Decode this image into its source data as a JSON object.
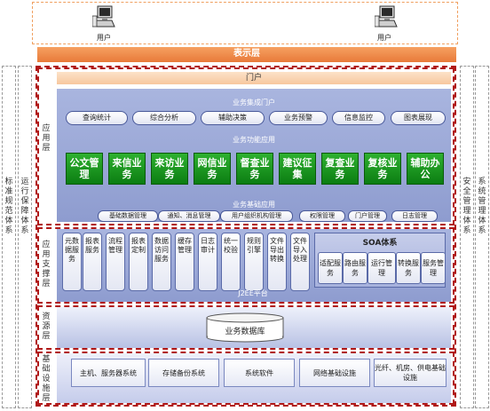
{
  "users": {
    "left": "用户",
    "right": "用户"
  },
  "presentation_layer": "表示层",
  "side_left": {
    "standards": "标准规范体系",
    "operations": "运行保障体系"
  },
  "side_right": {
    "security": "安全管理体系",
    "system": "系统管理体系"
  },
  "application_layer": {
    "label": "应用层",
    "portal": "门户",
    "integration_title": "业务集成门户",
    "integration_items": [
      "查询统计",
      "综合分析",
      "辅助决策",
      "业务预警",
      "信息监控",
      "图表展现"
    ],
    "function_title": "业务功能应用",
    "function_items": [
      "公文管理",
      "来信业务",
      "来访业务",
      "网信业务",
      "督查业务",
      "建议征集",
      "复查业务",
      "复核业务",
      "辅助办公"
    ],
    "base_title": "业务基础应用",
    "base_items": [
      "基础数据管理",
      "通知、消息管理",
      "用户组织机构管理",
      "权限管理",
      "门户管理",
      "日志管理"
    ]
  },
  "support_layer": {
    "label": "应用支撑层",
    "columns": [
      "元数据服务",
      "报表服务",
      "流程管理",
      "报表定制",
      "数据访问服务",
      "缓存管理",
      "日志审计",
      "统一校验",
      "规则引擎",
      "文件导出转换",
      "文件导入处理"
    ],
    "platform": "J2EE平台",
    "soa_title": "SOA体系",
    "soa_items": [
      "适配服务",
      "路由服务",
      "运行管理",
      "转换服务",
      "服务管理"
    ]
  },
  "resource_layer": {
    "label": "资源层",
    "database": "业务数据库"
  },
  "infra_layer": {
    "label": "基础设施层",
    "items": [
      "主机、服务器系统",
      "存储备份系统",
      "系统软件",
      "网络基础设施",
      "光纤、机房、供电基础设施"
    ]
  }
}
